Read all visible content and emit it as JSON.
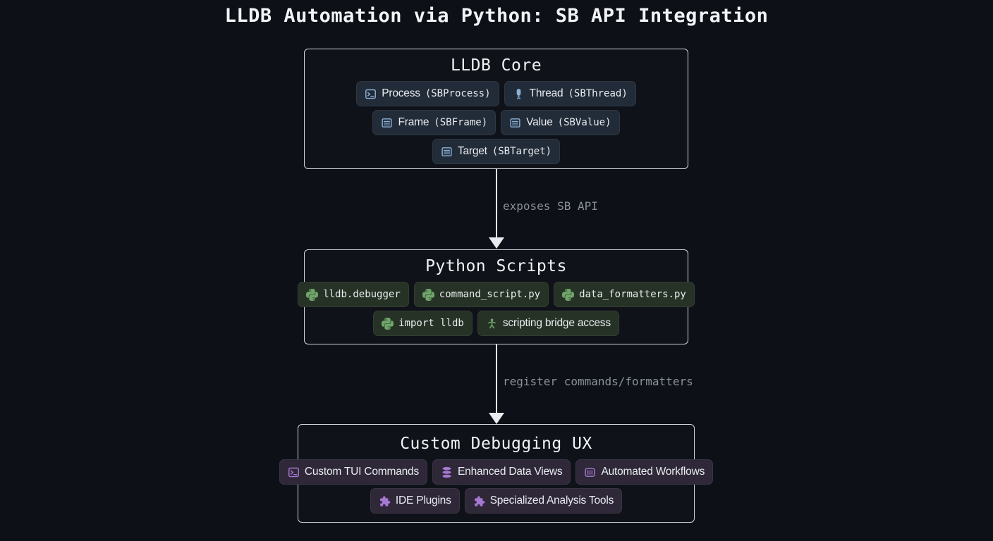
{
  "page": {
    "title": "LLDB Automation via Python: SB API Integration"
  },
  "colors": {
    "background": "#0d1117",
    "box_border": "#cfd6dd",
    "text": "#e9ecf0",
    "edge_label": "#8a9199",
    "arrow": "#e9ecef",
    "core_accent": "#8ab1d8",
    "core_chip_bg": "#222b38",
    "python_accent": "#6fa56a",
    "python_chip_bg": "#263225",
    "ux_accent": "#a678d2",
    "ux_chip_bg": "#2f2839"
  },
  "diagram": {
    "nodes": [
      {
        "title": "LLDB Core",
        "rows": [
          [
            {
              "icon": "terminal-icon",
              "text": "Process",
              "code": "(SBProcess)"
            },
            {
              "icon": "thread-icon",
              "text": "Thread",
              "code": "(SBThread)"
            }
          ],
          [
            {
              "icon": "list-icon",
              "text": "Frame",
              "code": "(SBFrame)"
            },
            {
              "icon": "list-icon",
              "text": "Value",
              "code": "(SBValue)"
            }
          ],
          [
            {
              "icon": "list-icon",
              "text": "Target",
              "code": "(SBTarget)"
            }
          ]
        ]
      },
      {
        "title": "Python Scripts",
        "rows": [
          [
            {
              "icon": "python-icon",
              "code": "lldb.debugger"
            },
            {
              "icon": "python-icon",
              "code": "command_script.py"
            },
            {
              "icon": "python-icon",
              "code": "data_formatters.py"
            }
          ],
          [
            {
              "icon": "python-icon",
              "code": "import lldb"
            },
            {
              "icon": "bridge-access-icon",
              "text": "scripting bridge access"
            }
          ]
        ]
      },
      {
        "title": "Custom Debugging UX",
        "rows": [
          [
            {
              "icon": "terminal-icon",
              "text": "Custom TUI Commands"
            },
            {
              "icon": "database-icon",
              "text": "Enhanced Data Views"
            },
            {
              "icon": "workflow-icon",
              "text": "Automated Workflows"
            }
          ],
          [
            {
              "icon": "puzzle-icon",
              "text": "IDE Plugins"
            },
            {
              "icon": "puzzle-icon",
              "text": "Specialized Analysis Tools"
            }
          ]
        ]
      }
    ],
    "edges": [
      {
        "label": "exposes SB API"
      },
      {
        "label": "register commands/formatters"
      }
    ]
  }
}
